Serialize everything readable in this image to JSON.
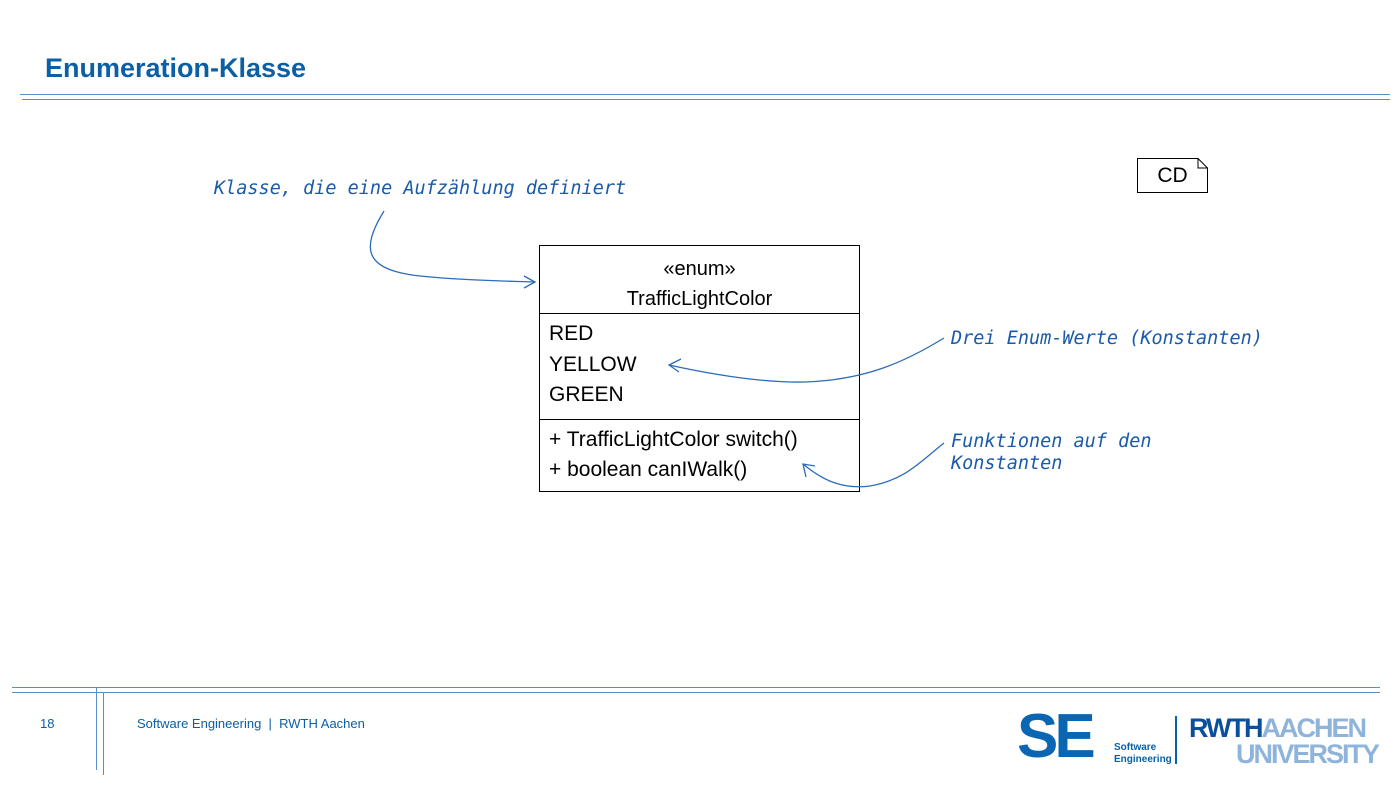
{
  "slide": {
    "title": "Enumeration-Klasse",
    "page_number": "18",
    "footer_text": "Software Engineering  |  RWTH Aachen"
  },
  "diagram": {
    "tag": "CD",
    "class": {
      "stereotype": "«enum»",
      "name": "TrafficLightColor",
      "attributes": [
        "RED",
        "YELLOW",
        "GREEN"
      ],
      "operations": [
        "+ TrafficLightColor switch()",
        "+ boolean canIWalk()"
      ]
    },
    "annotations": {
      "class_note": "Klasse, die eine Aufzählung definiert",
      "values_note": "Drei Enum-Werte (Konstanten)",
      "functions_note_line1": "Funktionen auf den",
      "functions_note_line2": "Konstanten"
    }
  },
  "logos": {
    "se_letters": "SE",
    "se_sub_line1": "Software",
    "se_sub_line2": "Engineering",
    "rwth_top_dark": "RWTH",
    "rwth_top_light": "AACHEN",
    "rwth_bottom": "UNIVERSITY"
  },
  "colors": {
    "title_blue": "#0b5fa5",
    "annotation_blue": "#1a5aa8",
    "rwth_dark": "#0a4f9c",
    "rwth_light": "#8fb4dc"
  }
}
